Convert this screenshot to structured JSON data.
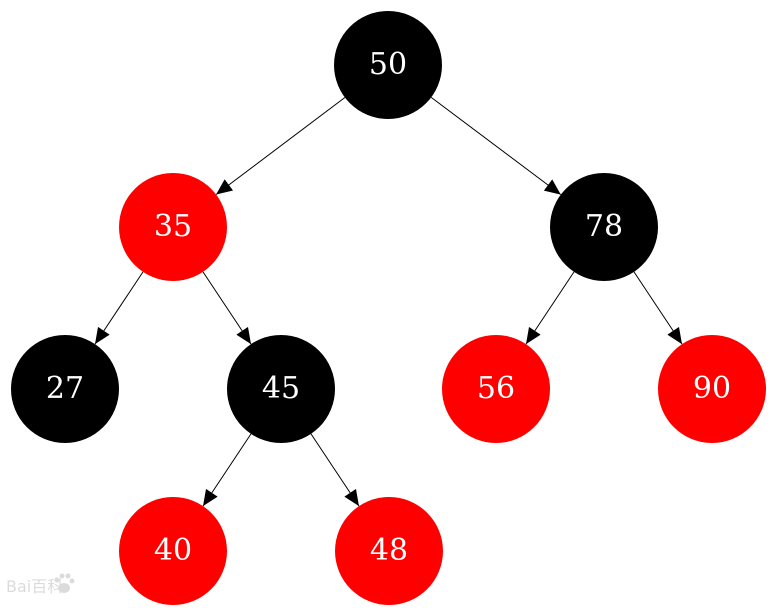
{
  "colors": {
    "black_node": "#000000",
    "red_node": "#ff0000",
    "label": "#ffffff",
    "edge": "#000000"
  },
  "tree": {
    "nodes": [
      {
        "id": "n50",
        "label": "50",
        "color": "black"
      },
      {
        "id": "n35",
        "label": "35",
        "color": "red"
      },
      {
        "id": "n78",
        "label": "78",
        "color": "black"
      },
      {
        "id": "n27",
        "label": "27",
        "color": "black"
      },
      {
        "id": "n45",
        "label": "45",
        "color": "black"
      },
      {
        "id": "n56",
        "label": "56",
        "color": "red"
      },
      {
        "id": "n90",
        "label": "90",
        "color": "red"
      },
      {
        "id": "n40",
        "label": "40",
        "color": "red"
      },
      {
        "id": "n48",
        "label": "48",
        "color": "red"
      }
    ],
    "edges": [
      {
        "from": "n50",
        "to": "n35"
      },
      {
        "from": "n50",
        "to": "n78"
      },
      {
        "from": "n35",
        "to": "n27"
      },
      {
        "from": "n35",
        "to": "n45"
      },
      {
        "from": "n78",
        "to": "n56"
      },
      {
        "from": "n78",
        "to": "n90"
      },
      {
        "from": "n45",
        "to": "n40"
      },
      {
        "from": "n45",
        "to": "n48"
      }
    ]
  },
  "watermark": {
    "icon": "baidu-paw-icon",
    "text": "Bai百科"
  }
}
